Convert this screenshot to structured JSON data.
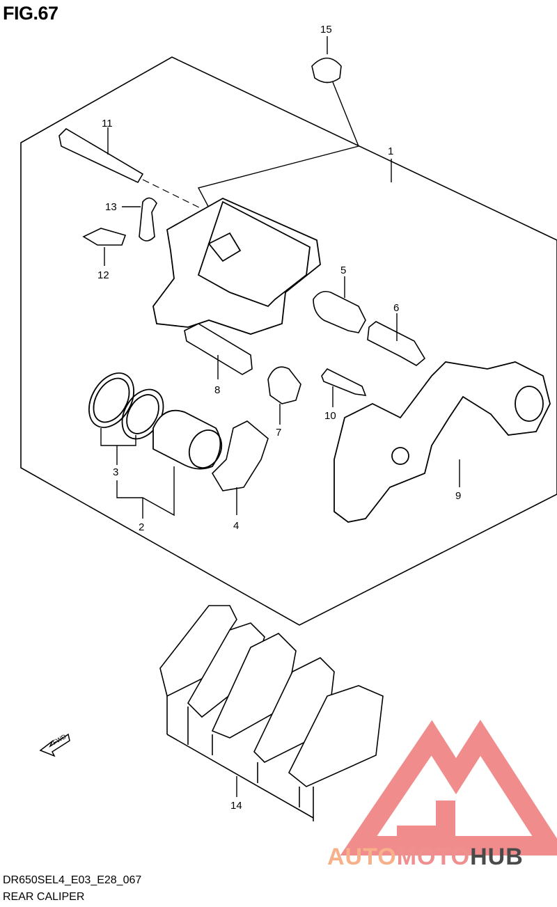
{
  "figure": {
    "title": "FIG.67",
    "code": "DR650SEL4_E03_E28_067",
    "name": "REAR CALIPER"
  },
  "callouts": {
    "c1": "1",
    "c2": "2",
    "c3": "3",
    "c4": "4",
    "c5": "5",
    "c6": "6",
    "c7": "7",
    "c8": "8",
    "c9": "9",
    "c10": "10",
    "c11": "11",
    "c12": "12",
    "c13": "13",
    "c14": "14",
    "c15": "15"
  },
  "direction_marker": "FWD",
  "watermark": {
    "part1": "AUTO",
    "part2": "MOTO",
    "part3": "HUB",
    "colors": {
      "auto": "#f7b08a",
      "moto": "#ef8f8f",
      "hub": "#4a4a4a",
      "logo": "#f08080"
    }
  }
}
